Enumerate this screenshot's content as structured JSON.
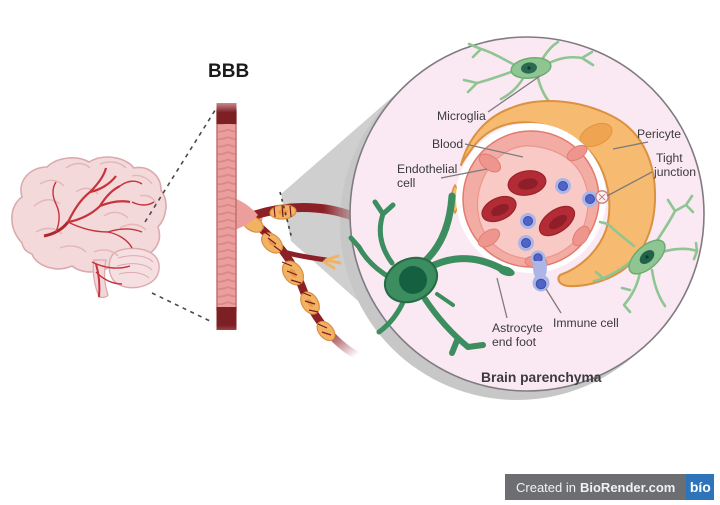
{
  "diagram": {
    "title": "BBB",
    "labels": {
      "microglia": "Microglia",
      "blood": "Blood",
      "endothelial_line1": "Endothelial",
      "endothelial_line2": "cell",
      "pericyte": "Pericyte",
      "tight_junction_line1": "Tight",
      "tight_junction_line2": "junction",
      "astrocyte_line1": "Astrocyte",
      "astrocyte_line2": "end foot",
      "immune_cell": "Immune cell",
      "brain_parenchyma": "Brain parenchyma"
    },
    "colors": {
      "circle_fill": "#fae8f3",
      "circle_stroke": "#7f7c80",
      "cone_gray": "#cfcfcf",
      "shadow_gray": "#c7c7c7",
      "vessel_pink": "#ec9e9d",
      "vessel_dark_red": "#7d2026",
      "branch_red": "#8c2027",
      "pericyte_orange": "#f6bb70",
      "pericyte_stroke": "#db9140",
      "wall_pink": "#f2aca4",
      "lumen_pink": "#f9cac5",
      "rbc_red": "#b22b35",
      "immune_halo": "#abb6e7",
      "immune_core": "#5163c5",
      "glia_green": "#8fc592",
      "astrocyte_green": "#3c8d5f",
      "label_text": "#3b3a3c"
    }
  },
  "badge": {
    "created_in": "Created in",
    "brand": "BioRender.com",
    "logo": "bío"
  }
}
